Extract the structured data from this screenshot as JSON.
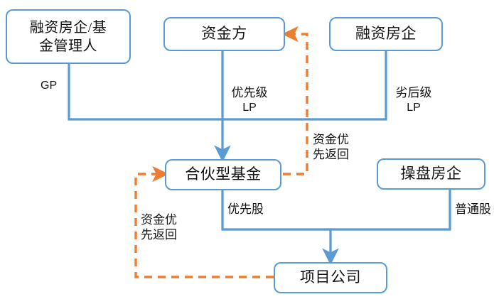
{
  "diagram": {
    "type": "flowchart",
    "title": "",
    "colors": {
      "node_border": "#5B9BD5",
      "node_fill": "#FFFFFF",
      "solid_connector": "#5B9BD5",
      "dashed_connector": "#ED7D31",
      "text": "#131313"
    },
    "nodes": [
      {
        "id": "gp",
        "label": "融资房企/基金管理人",
        "line1": "融资房企/基",
        "line2": "金管理人"
      },
      {
        "id": "funder",
        "label": "资金方"
      },
      {
        "id": "developer",
        "label": "融资房企"
      },
      {
        "id": "fund",
        "label": "合伙型基金"
      },
      {
        "id": "operator",
        "label": "操盘房企"
      },
      {
        "id": "project",
        "label": "项目公司"
      }
    ],
    "edge_labels": {
      "gp": "GP",
      "senior_lp_cn": "优先级",
      "senior_lp_en": "LP",
      "junior_lp_cn": "劣后级",
      "junior_lp_en": "LP",
      "return_right": "资金优\n先返回",
      "return_left": "资金优\n先返回",
      "preferred_share": "优先股",
      "common_share": "普通股"
    },
    "edges": [
      {
        "from": "gp",
        "to": "fund",
        "label": "GP",
        "style": "solid"
      },
      {
        "from": "funder",
        "to": "fund",
        "label": "优先级LP",
        "style": "solid"
      },
      {
        "from": "developer",
        "to": "fund",
        "label": "劣后级LP",
        "style": "solid"
      },
      {
        "from": "fund",
        "to": "funder",
        "label": "资金优先返回",
        "style": "dashed"
      },
      {
        "from": "project",
        "to": "fund",
        "label": "资金优先返回",
        "style": "dashed"
      },
      {
        "from": "fund",
        "to": "project",
        "label": "优先股",
        "style": "solid"
      },
      {
        "from": "operator",
        "to": "project",
        "label": "普通股",
        "style": "solid"
      }
    ]
  }
}
